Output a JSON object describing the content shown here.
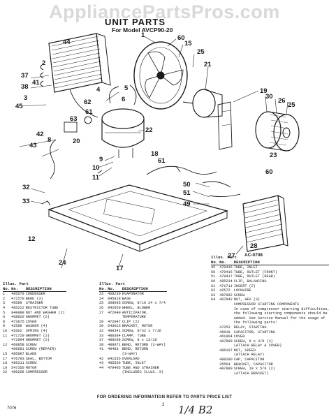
{
  "watermark": "AppliancePartsPros.com",
  "title": "UNIT PARTS",
  "subtitle": "For Model AVCP90-20",
  "diagram_code": "AC-0708",
  "callouts": [
    "44",
    "1",
    "60",
    "15",
    "25",
    "2",
    "37",
    "38",
    "3",
    "41",
    "5",
    "4",
    "6",
    "62",
    "61",
    "63",
    "22",
    "21",
    "19",
    "30",
    "26",
    "45",
    "42",
    "43",
    "8",
    "20",
    "9",
    "10",
    "11",
    "18",
    "61",
    "60",
    "23",
    "50",
    "51",
    "49",
    "32",
    "33",
    "12",
    "24",
    "17",
    "27",
    "28"
  ],
  "table_left": {
    "header_group": "Illus. Part",
    "col_no": "No.",
    "col_part": "No.",
    "col_desc": "DESCRIPTION",
    "rows": [
      {
        "n": "1",
        "p": "485679",
        "d": "CONDENSER"
      },
      {
        "n": "2",
        "p": "471570",
        "d": "BEND (3)"
      },
      {
        "n": "3",
        "p": "49589",
        "d": "STRAINER"
      },
      {
        "n": "4",
        "p": "485222",
        "d": "RESTRICTOR TUBE"
      },
      {
        "n": "5",
        "p": "848988",
        "d": "NUT AND WASHER (2)"
      },
      {
        "n": "6",
        "p": "468820",
        "d": "GROMMET (2)"
      },
      {
        "n": "8",
        "p": "473875",
        "d": "COVER"
      },
      {
        "n": "9",
        "p": "42589",
        "d": "WASHER (4)"
      },
      {
        "n": "10",
        "p": "42662",
        "d": "SPRING (4)"
      },
      {
        "n": "11",
        "p": "471729",
        "d": "GROMMET (2)"
      },
      {
        "n": "",
        "p": "471994",
        "d": "GROMMET (2)"
      },
      {
        "n": "12",
        "p": "468858",
        "d": "SCREW"
      },
      {
        "n": "",
        "p": "486681",
        "d": "SCREW (REPAIR)"
      },
      {
        "n": "15",
        "p": "485997",
        "d": "BLADE"
      },
      {
        "n": "17",
        "p": "476783",
        "d": "SEAL, BOTTOM"
      },
      {
        "n": "18",
        "p": "485311",
        "d": "SCREW"
      },
      {
        "n": "19",
        "p": "547350",
        "d": "MOTOR"
      },
      {
        "n": "22",
        "p": "486208",
        "d": "COMPRESSOR"
      }
    ]
  },
  "table_mid": {
    "header_group": "Illus. Part",
    "col_no": "No.",
    "col_part": "No.",
    "col_desc": "DESCRIPTION",
    "rows": [
      {
        "n": "23",
        "p": "468230",
        "d": "EVAPORATOR"
      },
      {
        "n": "24",
        "p": "845828",
        "d": "BASE"
      },
      {
        "n": "25",
        "p": "308095",
        "d": "SCREW, 8/16 24 x 7/4"
      },
      {
        "n": "26",
        "p": "842050",
        "d": "WHEEL, BLOWER"
      },
      {
        "n": "27",
        "p": "472049",
        "d": "ANTICIPATOR,"
      },
      {
        "n": "",
        "p": "",
        "d": "TEMPERATURE"
      },
      {
        "n": "28",
        "p": "472047",
        "d": "CLIP (2)"
      },
      {
        "n": "30",
        "p": "643023",
        "d": "BRACKET, MOTOR"
      },
      {
        "n": "32",
        "p": "488341",
        "d": "SCREW, 8/32 x 7/16"
      },
      {
        "n": "33",
        "p": "488384",
        "d": "CLAMP, TUBE"
      },
      {
        "n": "37",
        "p": "488208",
        "d": "SCREW, 8 x 13/16"
      },
      {
        "n": "38",
        "p": "488071",
        "d": "BEND, RETURN (3-WAY)"
      },
      {
        "n": "41",
        "p": "49483",
        "d": "BEND, RETURN"
      },
      {
        "n": "",
        "p": "",
        "d": "(3-WAY)"
      },
      {
        "n": "42",
        "p": "841535",
        "d": "OVERLOAD"
      },
      {
        "n": "43",
        "p": "485569",
        "d": "TUBE, INLET"
      },
      {
        "n": "44",
        "p": "479405",
        "d": "TUBE AND STRAINER"
      },
      {
        "n": "",
        "p": "",
        "d": "(INCLUDES ILLUS. 3)"
      }
    ]
  },
  "table_right": {
    "header_group": "Illus. Part",
    "col_no": "No.",
    "col_part": "No.",
    "col_desc": "DESCRIPTION",
    "rows": [
      {
        "n": "45",
        "p": "479416",
        "d": "TUBE, INLET"
      },
      {
        "n": "50",
        "p": "479416",
        "d": "TUBE, OUTLET (FRONT)"
      },
      {
        "n": "51",
        "p": "479417",
        "d": "TUBE, OUTLET (REAR)"
      },
      {
        "n": "60",
        "p": "485234",
        "d": "CLIP, BALANCING"
      },
      {
        "n": "61",
        "p": "471711",
        "d": "INSERT (2)"
      },
      {
        "n": "62",
        "p": "42572",
        "d": "LOCKWIRE"
      },
      {
        "n": "63",
        "p": "487892",
        "d": "SCREW"
      },
      {
        "n": "64",
        "p": "487842",
        "d": "NUT, HEX (3)"
      },
      {
        "n": "",
        "p": "",
        "d": "COMPRESSOR STARTING COMPONENTS"
      },
      {
        "n": "",
        "p": "",
        "d": "In case of compressor starting difficulties,"
      },
      {
        "n": "",
        "p": "",
        "d": "the following starting components should be"
      },
      {
        "n": "",
        "p": "",
        "d": "added. See Service Manual for the usage of"
      },
      {
        "n": "",
        "p": "",
        "d": "the following parts:"
      },
      {
        "n": "",
        "p": "47253",
        "d": "RELAY, STARTING"
      },
      {
        "n": "",
        "p": "46818",
        "d": "CAPACITOR, STARTING"
      },
      {
        "n": "",
        "p": "461064",
        "d": "COVER"
      },
      {
        "n": "",
        "p": "487899",
        "d": "SCREW, 8 x 3/8 (3)"
      },
      {
        "n": "",
        "p": "",
        "d": "(ATTACH RELAY & COVER)"
      },
      {
        "n": "",
        "p": "486197",
        "d": "NUT, SPEED"
      },
      {
        "n": "",
        "p": "",
        "d": "(ATTACH RELAY)"
      },
      {
        "n": "",
        "p": "488280",
        "d": "CAP, CAPACITOR"
      },
      {
        "n": "",
        "p": "35564",
        "d": "BRACKET, CAPACITOR"
      },
      {
        "n": "",
        "p": "487880",
        "d": "SCREW, 10 x 5/8 (2)"
      },
      {
        "n": "",
        "p": "",
        "d": "(ATTACH BRACKET)"
      }
    ]
  },
  "footer_text": "FOR ORDERING INFORMATION REFER TO PARTS PRICE LIST",
  "page_number": "2",
  "doc_number": "7076",
  "handwritten_note": "1/4  B2",
  "colors": {
    "ink": "#1a1a1a",
    "watermark": "#d9d9d9",
    "paper": "#ffffff"
  }
}
